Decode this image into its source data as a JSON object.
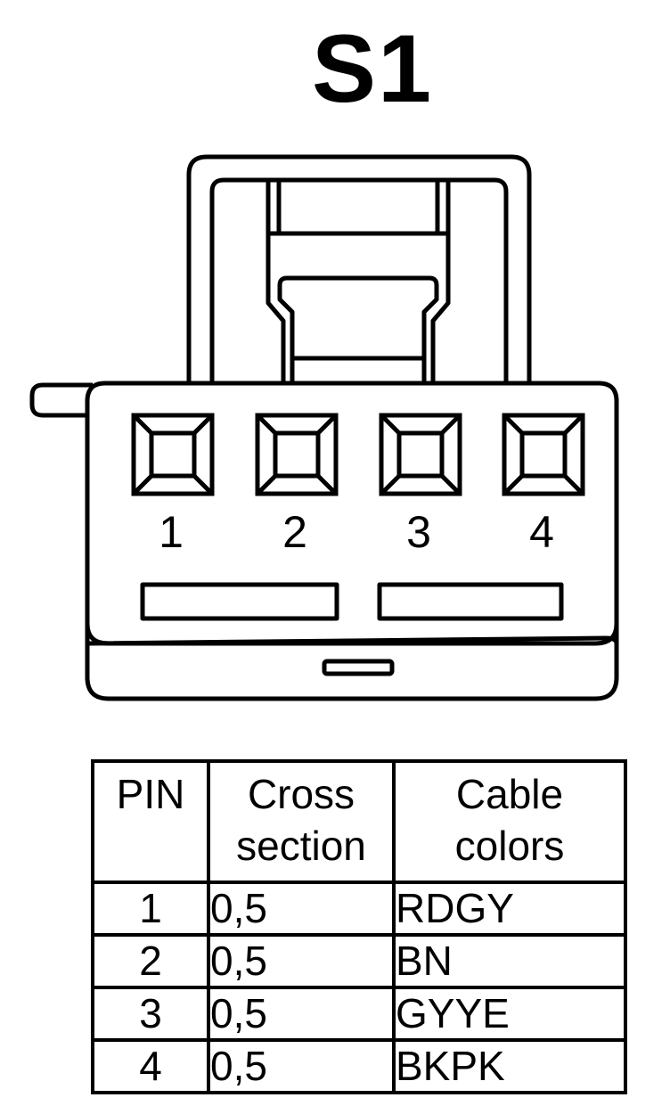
{
  "title": "S1",
  "connector": {
    "pin_numbers": [
      "1",
      "2",
      "3",
      "4"
    ]
  },
  "table": {
    "headers": {
      "pin": "PIN",
      "cross_line1": "Cross",
      "cross_line2": "section",
      "colors_line1": "Cable",
      "colors_line2": "colors"
    },
    "rows": [
      {
        "pin": "1",
        "cross": "0,5",
        "color": "RDGY"
      },
      {
        "pin": "2",
        "cross": "0,5",
        "color": "BN"
      },
      {
        "pin": "3",
        "cross": "0,5",
        "color": "GYYE"
      },
      {
        "pin": "4",
        "cross": "0,5",
        "color": "BKPK"
      }
    ]
  }
}
